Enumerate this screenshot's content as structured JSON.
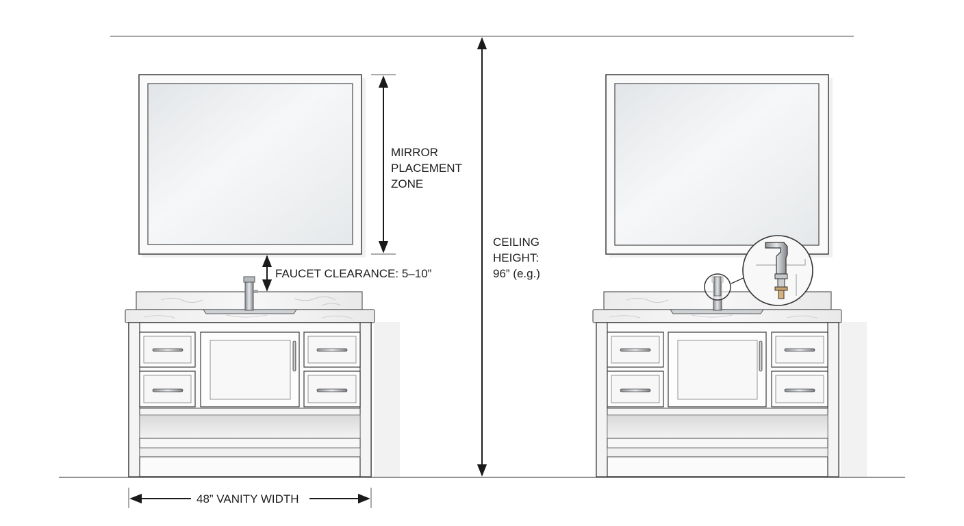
{
  "labels": {
    "mirror_zone": [
      "MIRROR",
      "PLACEMENT",
      "ZONE"
    ],
    "faucet_clearance": "FAUCET CLEARANCE: 5–10”",
    "ceiling_height": [
      "CEILING",
      "HEIGHT:",
      "96” (e.g.)"
    ],
    "vanity_width": "48” VANITY WIDTH"
  },
  "colors": {
    "line": "#1a1a1a",
    "wall_line": "#8a8a8a",
    "cabinet_stroke": "#3c3c3c",
    "cabinet_fill": "#fbfbfb",
    "countertop": "#efeff0",
    "mirror_glass": "#e9ecee"
  },
  "icons": [
    "faucet-icon",
    "faucet-detail-callout-icon",
    "drawer-pull-icon",
    "door-handle-icon"
  ]
}
